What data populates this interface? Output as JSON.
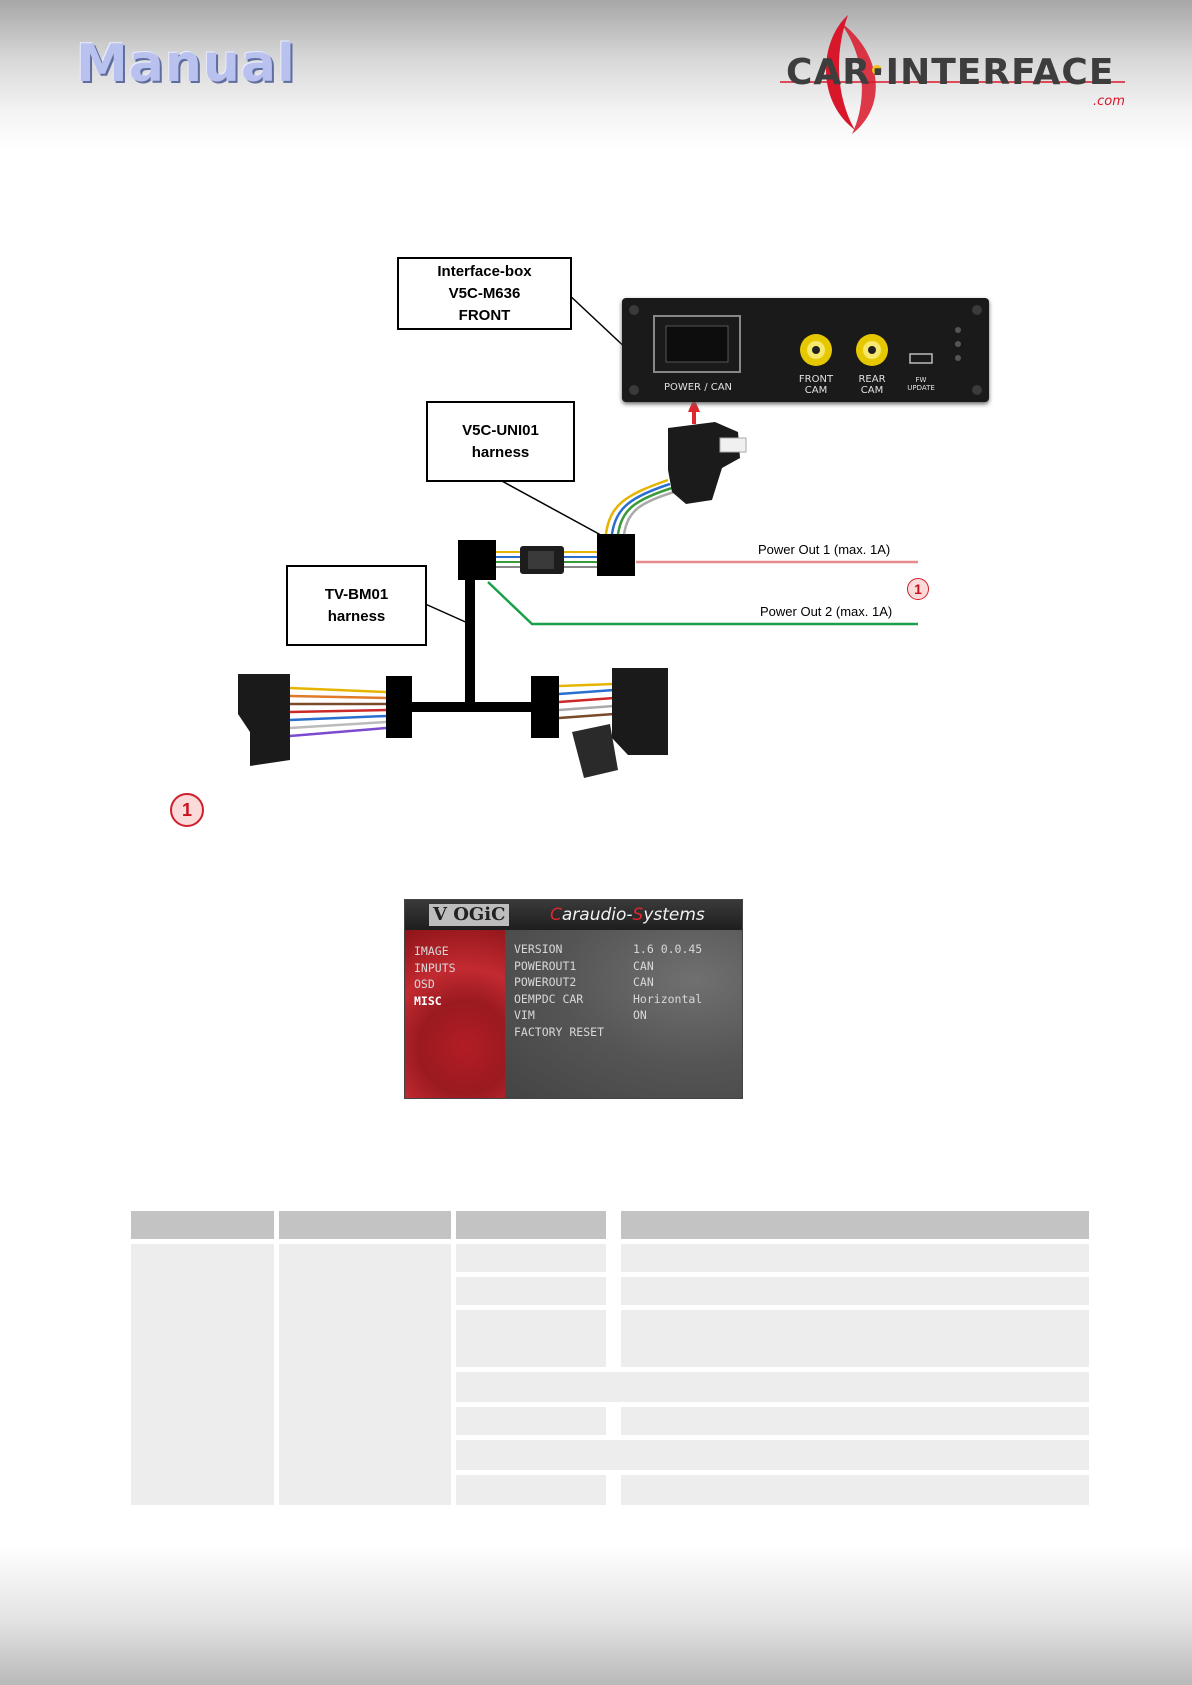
{
  "header": {
    "title": "Manual"
  },
  "logo": {
    "text": "CAR·INTERFACE",
    "com": ".com",
    "colors": {
      "red": "#d8182a",
      "gray": "#3d3d3d"
    }
  },
  "diagram": {
    "interface_box_label": [
      "Interface-box",
      "V5C-M636",
      "FRONT"
    ],
    "harness_uni_label": [
      "V5C-UNI01",
      "harness"
    ],
    "harness_bm_label": [
      "TV-BM01",
      "harness"
    ],
    "device": {
      "power_can": "POWER / CAN",
      "front_cam": [
        "FRONT",
        "CAM"
      ],
      "rear_cam": [
        "REAR",
        "CAM"
      ],
      "fw_update": [
        "FW",
        "UPDATE"
      ]
    },
    "power_out_1": "Power Out 1 (max. 1A)",
    "power_out_2": "Power Out 2 (max. 1A)",
    "badge": "1",
    "colors": {
      "power1_line": "#e88a8a",
      "power2_line": "#1aa04a",
      "badge": "#d01e2a"
    }
  },
  "footnote_badge": "1",
  "osd": {
    "logo": "V OGiC",
    "brand_c": "C",
    "brand_mid": "araudio-",
    "brand_s": "S",
    "brand_end": "ystems",
    "menu": [
      {
        "label": "IMAGE",
        "active": false
      },
      {
        "label": "INPUTS",
        "active": false
      },
      {
        "label": "OSD",
        "active": false
      },
      {
        "label": "MISC",
        "active": true
      }
    ],
    "settings": [
      {
        "name": "VERSION",
        "value": "1.6  0.0.45"
      },
      {
        "name": "POWEROUT1",
        "value": "CAN"
      },
      {
        "name": "POWEROUT2",
        "value": "CAN"
      },
      {
        "name": "OEMPDC CAR",
        "value": "Horizontal"
      },
      {
        "name": "VIM",
        "value": "ON"
      },
      {
        "name": "FACTORY RESET",
        "value": ""
      }
    ]
  }
}
